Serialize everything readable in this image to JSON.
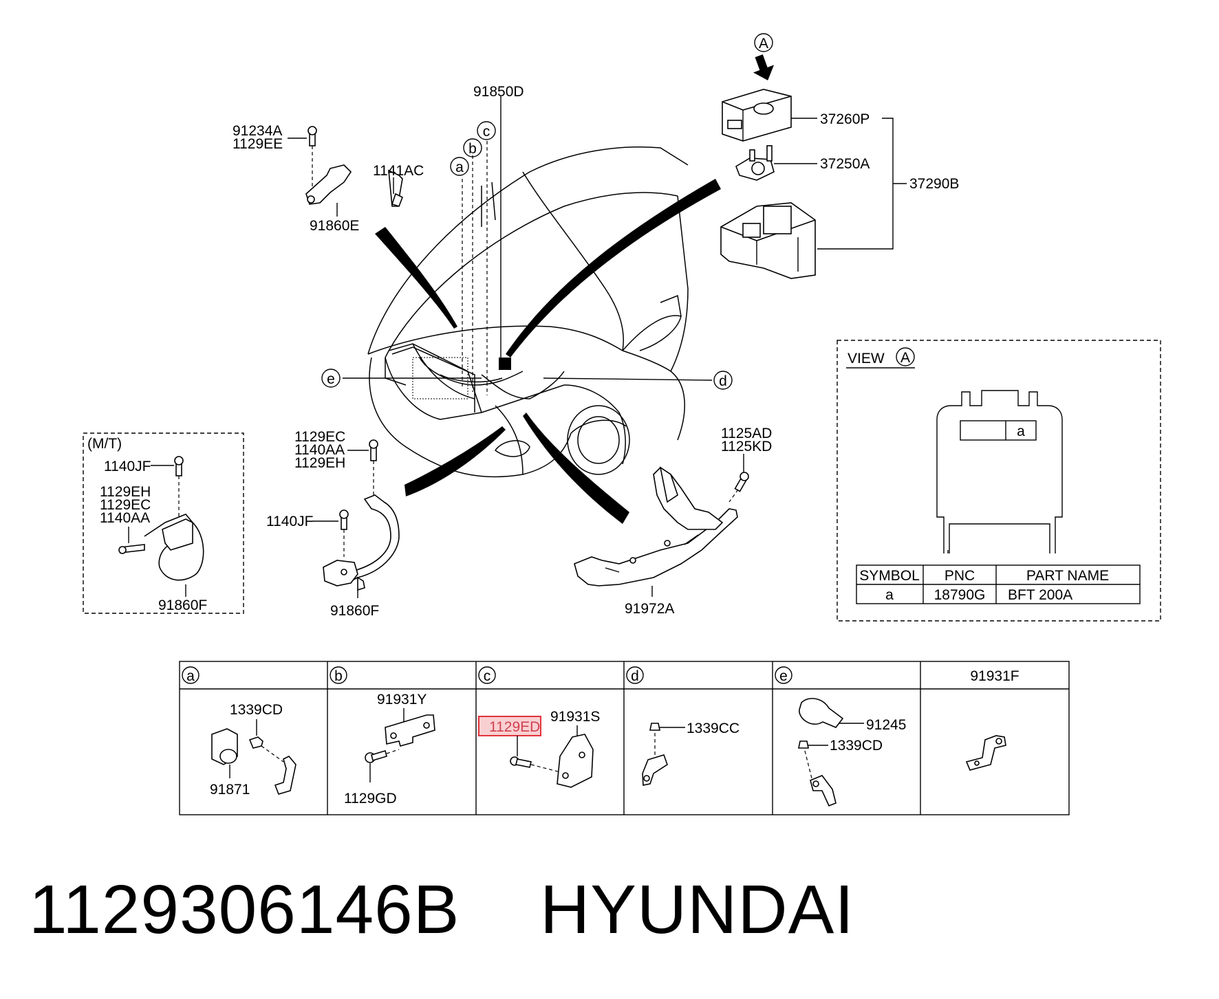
{
  "callouts": {
    "p91234A": "91234A",
    "p1129EE": "1129EE",
    "p1141AC": "1141AC",
    "p91860E": "91860E",
    "p91850D": "91850D",
    "pA": "A",
    "p37260P": "37260P",
    "p37250A": "37250A",
    "p37290B": "37290B",
    "mt": "(M/T)",
    "p1140JF_a": "1140JF",
    "p1129EH_a": "1129EH",
    "p1129EC_a": "1129EC",
    "p1140AA_a": "1140AA",
    "p91860F_a": "91860F",
    "p1129EC_b": "1129EC",
    "p1140AA_b": "1140AA",
    "p1129EH_b": "1129EH",
    "p1140JF_b": "1140JF",
    "p91860F_b": "91860F",
    "p1125AD": "1125AD",
    "p1125KD": "1125KD",
    "p91972A": "91972A",
    "ca": "a",
    "cb": "b",
    "cc": "c",
    "cd": "d",
    "ce": "e"
  },
  "view": {
    "title": "VIEW",
    "ref": "A",
    "fuse_label": "a",
    "headers": [
      "SYMBOL",
      "PNC",
      "PART NAME"
    ],
    "rows": [
      [
        "a",
        "18790G",
        "BFT 200A"
      ]
    ]
  },
  "detail_table": {
    "headers": [
      "a",
      "b",
      "c",
      "d",
      "e",
      "91931F"
    ],
    "a": [
      "1339CD",
      "91871"
    ],
    "b": [
      "91931Y",
      "1129GD"
    ],
    "c": [
      "1129ED",
      "91931S"
    ],
    "d": [
      "1339CC"
    ],
    "e": [
      "91245",
      "1339CD"
    ]
  },
  "highlight_color": "#e0343c",
  "footer": {
    "part_number": "1129306146B",
    "brand": "HYUNDAI"
  }
}
